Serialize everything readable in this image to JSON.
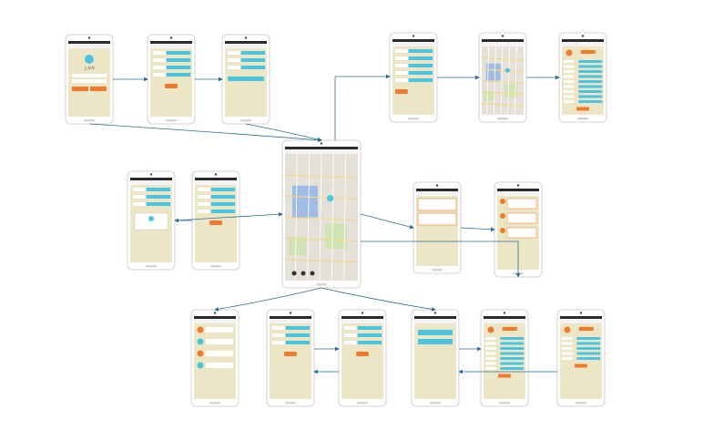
{
  "colors": {
    "phone_body": "#ffffff",
    "phone_border": "#c8c8c8",
    "screen_bg": "#ede6c6",
    "status_bar": "#2b2b2b",
    "title_bar": "#f3f3f3",
    "accent_blue": "#4cc3e0",
    "accent_orange": "#f07a2b",
    "arrow": "#2a6f96",
    "map_bg": "#e6e1d8",
    "map_park": "#cfe3b4",
    "map_water": "#8fb3e8",
    "map_road": "#f6d78a"
  },
  "icons": [
    "app-logo-icon",
    "map-pin-icon",
    "avatar-icon",
    "camera-icon",
    "home-button-icon"
  ],
  "screens": [
    {
      "id": "login",
      "kind": "login",
      "logo_caption": "上车车"
    },
    {
      "id": "register",
      "kind": "form",
      "rows": 4,
      "button": "orange"
    },
    {
      "id": "register-2",
      "kind": "form",
      "rows": 3,
      "button": "blue"
    },
    {
      "id": "main-map",
      "kind": "map"
    },
    {
      "id": "top-form",
      "kind": "form",
      "rows": 5,
      "button": "orange-left"
    },
    {
      "id": "top-map",
      "kind": "map"
    },
    {
      "id": "top-profile",
      "kind": "profile",
      "rows": 9
    },
    {
      "id": "left-form-1",
      "kind": "form",
      "rows": 3,
      "button": "white-card"
    },
    {
      "id": "left-form-2",
      "kind": "form",
      "rows": 4,
      "button": "orange"
    },
    {
      "id": "orders",
      "kind": "orders"
    },
    {
      "id": "order-detail",
      "kind": "chat"
    },
    {
      "id": "bottom-list",
      "kind": "list"
    },
    {
      "id": "bottom-form-1",
      "kind": "form",
      "rows": 3,
      "button": "orange"
    },
    {
      "id": "bottom-form-2",
      "kind": "form",
      "rows": 3,
      "button": "orange"
    },
    {
      "id": "bottom-menu",
      "kind": "menu"
    },
    {
      "id": "bottom-profile",
      "kind": "profile",
      "rows": 7
    },
    {
      "id": "bottom-profile-2",
      "kind": "profile",
      "rows": 5
    }
  ],
  "flows": [
    {
      "from": "login",
      "to": "register"
    },
    {
      "from": "register",
      "to": "register-2"
    },
    {
      "from": "login",
      "to": "main-map"
    },
    {
      "from": "register-2",
      "to": "main-map"
    },
    {
      "from": "main-map",
      "to": "top-form"
    },
    {
      "from": "top-form",
      "to": "top-map"
    },
    {
      "from": "top-map",
      "to": "top-profile"
    },
    {
      "from": "left-form-2",
      "to": "left-form-1"
    },
    {
      "from": "left-form-1",
      "to": "main-map"
    },
    {
      "from": "main-map",
      "to": "orders"
    },
    {
      "from": "orders",
      "to": "order-detail"
    },
    {
      "from": "main-map",
      "to": "order-detail"
    },
    {
      "from": "main-map",
      "to": "bottom-list"
    },
    {
      "from": "main-map",
      "to": "bottom-menu"
    },
    {
      "from": "bottom-form-1",
      "to": "bottom-form-2"
    },
    {
      "from": "bottom-form-2",
      "to": "bottom-form-1"
    },
    {
      "from": "bottom-menu",
      "to": "bottom-profile"
    },
    {
      "from": "bottom-profile-2",
      "to": "bottom-menu"
    }
  ]
}
